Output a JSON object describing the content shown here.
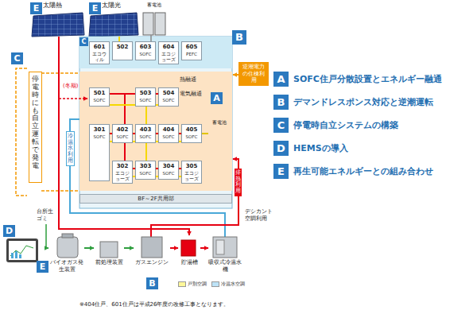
{
  "diagram": {
    "caption": "※404住戸、601住戸は平成26年度の改修工事となります。",
    "nodes": [
      {
        "text": [
          "太陽熱"
        ]
      },
      {
        "text": [
          "太陽光"
        ]
      },
      {
        "text": [
          "蓄電池"
        ]
      },
      {
        "text": [
          "601",
          "エコウィル"
        ]
      },
      {
        "text": [
          "502"
        ]
      },
      {
        "text": [
          "603",
          "SOFC"
        ]
      },
      {
        "text": [
          "604",
          "エコジョーズ"
        ]
      },
      {
        "text": [
          "605",
          "PEFC"
        ]
      },
      {
        "text": [
          "501",
          "SOFC"
        ]
      },
      {
        "text": [
          "503",
          "SOFC"
        ]
      },
      {
        "text": [
          "504",
          "SOFC"
        ]
      },
      {
        "text": [
          "301",
          "SOFC"
        ]
      },
      {
        "text": [
          "402",
          "SOFC"
        ]
      },
      {
        "text": [
          "403",
          "SOFC"
        ]
      },
      {
        "text": [
          "404",
          "SOFC"
        ]
      },
      {
        "text": [
          "405",
          "SOFC"
        ]
      },
      {
        "text": [
          "302",
          "エコジョーズ"
        ]
      },
      {
        "text": [
          "303",
          "SOFC"
        ]
      },
      {
        "text": [
          "304",
          "SOFC"
        ]
      },
      {
        "text": [
          "305",
          "エコジョーズ"
        ]
      },
      {
        "text": [
          "蓄電池"
        ]
      },
      {
        "text": [
          "逆潮電力の住棟利用"
        ]
      },
      {
        "text": [
          "BF～2F共用部"
        ]
      },
      {
        "text": [
          "停電時にも自立運転で発電"
        ]
      },
      {
        "text": [
          "バイオガス発生装置"
        ]
      },
      {
        "text": [
          "前処理装置"
        ]
      },
      {
        "text": [
          "ガスエンジン"
        ]
      },
      {
        "text": [
          "貯湯槽"
        ]
      },
      {
        "text": [
          "吸収式冷温水機"
        ]
      },
      {
        "text": [
          "A",
          "SOFC住戸分散設置とエネルギー融通"
        ]
      },
      {
        "text": [
          "B",
          "デマンドレスポンス対応と逆潮運転"
        ]
      },
      {
        "text": [
          "C",
          "停電時自立システムの構築"
        ]
      },
      {
        "text": [
          "D",
          "HEMSの導入"
        ]
      },
      {
        "text": [
          "E",
          "再生可能エネルギーとの組み合わせ"
        ]
      }
    ],
    "edges": [
      {
        "from": 24,
        "to": 25,
        "arrow": "to"
      },
      {
        "from": 25,
        "to": 26,
        "arrow": "to"
      },
      {
        "from": 26,
        "to": 27,
        "arrow": "to"
      },
      {
        "from": 27,
        "to": 28,
        "arrow": "to"
      },
      {
        "from": 0,
        "to": 27,
        "arrow": "to"
      },
      {
        "from": 15,
        "to": 20,
        "arrow": "none"
      }
    ],
    "labels": [
      "E",
      "E",
      "C",
      "B",
      "(冬期)",
      "熱融通",
      "電気融通",
      "A",
      "冷温水利用",
      "排熱利用",
      "デシカント空調利用",
      "C",
      "D",
      "台所生ゴミ",
      "E",
      "B"
    ],
    "legend": [
      {
        "text": "戸別空調",
        "color": "#fff799"
      },
      {
        "text": "冷温水空調",
        "color": "#bde3f7"
      }
    ]
  }
}
